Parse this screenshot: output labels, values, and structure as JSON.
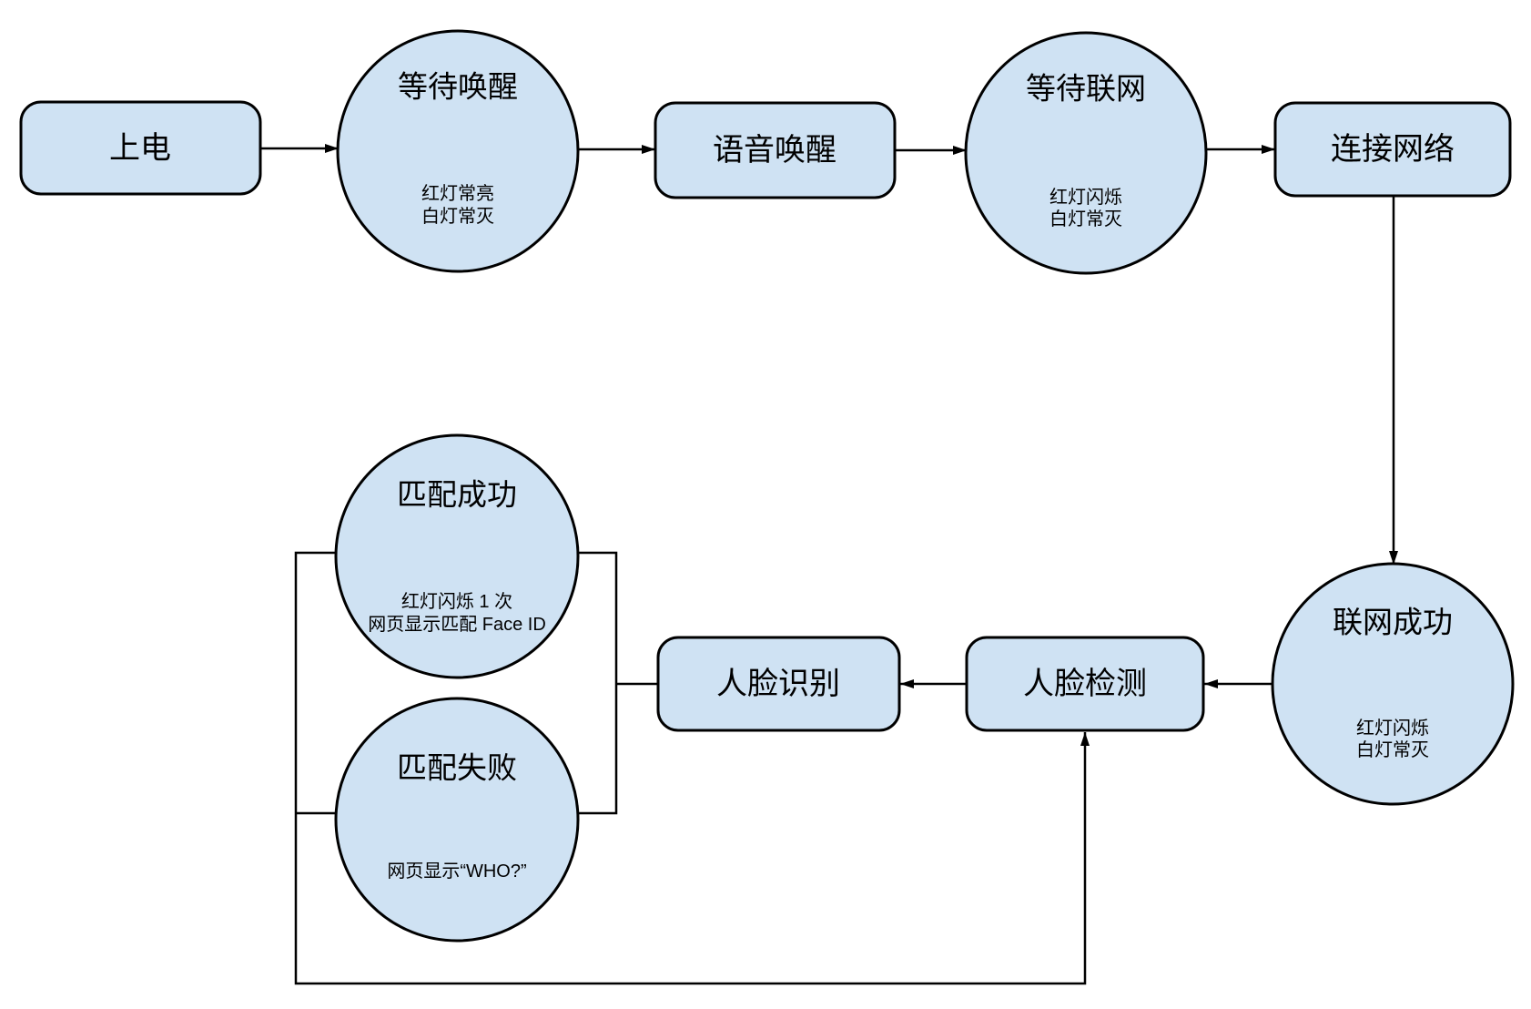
{
  "diagram": {
    "type": "flowchart",
    "background": "#ffffff",
    "node_fill": "#cfe2f3",
    "node_stroke": "#000000",
    "edge_color": "#000000",
    "nodes": {
      "power_on": {
        "shape": "rect",
        "label": "上电"
      },
      "wait_wake": {
        "shape": "circle",
        "title": "等待唤醒",
        "status_lines": [
          "红灯常亮",
          "白灯常灭"
        ]
      },
      "voice_wake": {
        "shape": "rect",
        "label": "语音唤醒"
      },
      "wait_network": {
        "shape": "circle",
        "title": "等待联网",
        "status_lines": [
          "红灯闪烁",
          "白灯常灭"
        ]
      },
      "connect_network": {
        "shape": "rect",
        "label": "连接网络"
      },
      "network_success": {
        "shape": "circle",
        "title": "联网成功",
        "status_lines": [
          "红灯闪烁",
          "白灯常灭"
        ]
      },
      "face_detect": {
        "shape": "rect",
        "label": "人脸检测"
      },
      "face_recognize": {
        "shape": "rect",
        "label": "人脸识别"
      },
      "match_success": {
        "shape": "circle",
        "title": "匹配成功",
        "status_lines": [
          "红灯闪烁 1 次",
          "网页显示匹配 Face ID"
        ]
      },
      "match_fail": {
        "shape": "circle",
        "title": "匹配失败",
        "status_lines": [
          "网页显示“WHO?”"
        ]
      }
    },
    "connections": [
      {
        "from": "power_on",
        "to": "wait_wake",
        "arrow": true
      },
      {
        "from": "wait_wake",
        "to": "voice_wake",
        "arrow": true
      },
      {
        "from": "voice_wake",
        "to": "wait_network",
        "arrow": true
      },
      {
        "from": "wait_network",
        "to": "connect_network",
        "arrow": true
      },
      {
        "from": "connect_network",
        "to": "network_success",
        "arrow": true
      },
      {
        "from": "network_success",
        "to": "face_detect",
        "arrow": true
      },
      {
        "from": "face_detect",
        "to": "face_recognize",
        "arrow": true
      },
      {
        "from": "face_recognize",
        "to": "match_success",
        "arrow": false
      },
      {
        "from": "face_recognize",
        "to": "match_fail",
        "arrow": false
      },
      {
        "from": "match_success",
        "to": "face_detect",
        "arrow": true,
        "note": "loop-back"
      },
      {
        "from": "match_fail",
        "to": "face_detect",
        "arrow": true,
        "note": "loop-back"
      }
    ]
  }
}
